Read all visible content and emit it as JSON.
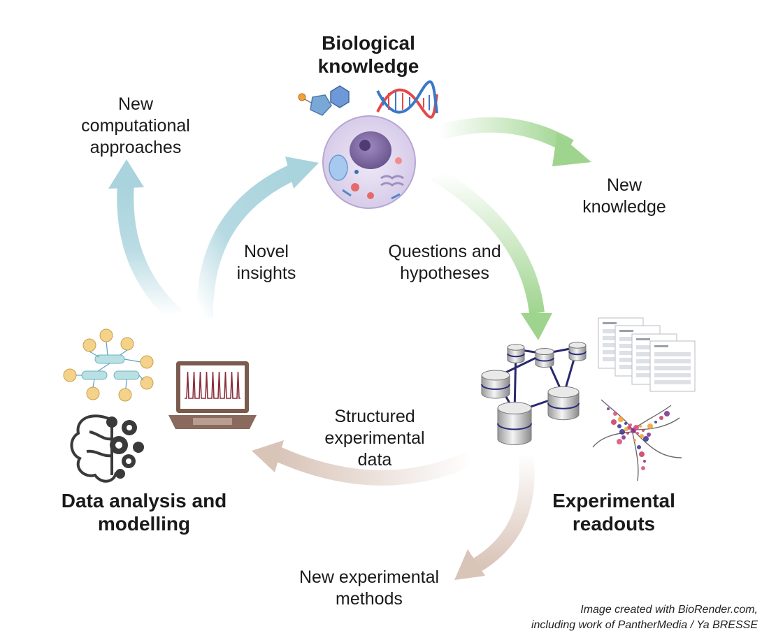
{
  "nodes": {
    "bio": {
      "lines": [
        "Biological",
        "knowledge"
      ]
    },
    "exp": {
      "lines": [
        "Experimental",
        "readouts"
      ]
    },
    "data": {
      "lines": [
        "Data analysis and",
        "modelling"
      ]
    }
  },
  "edges": {
    "new_comp": {
      "lines": [
        "New",
        "computational",
        "approaches"
      ]
    },
    "novel": {
      "lines": [
        "Novel",
        "insights"
      ]
    },
    "new_know": {
      "lines": [
        "New",
        "knowledge"
      ]
    },
    "questions": {
      "lines": [
        "Questions and",
        "hypotheses"
      ]
    },
    "structured": {
      "lines": [
        "Structured",
        "experimental",
        "data"
      ]
    },
    "new_exp": {
      "lines": [
        "New experimental",
        "methods"
      ]
    }
  },
  "icon_names": [
    "molecule-icon",
    "dna-icon",
    "cell-icon",
    "gene-network-icon",
    "brain-gears-icon",
    "laptop-icon",
    "database-network-icon",
    "dataset-documents-icon",
    "trajectory-plot-icon"
  ],
  "colors": {
    "blue_arrow": "#a9d3dd",
    "green_arrow": "#9fd48f",
    "brown_arrow": "#d9c4b8"
  },
  "credit": {
    "lines": [
      "Image created with BioRender.com,",
      "including work of PantherMedia / Ya BRESSE"
    ]
  }
}
